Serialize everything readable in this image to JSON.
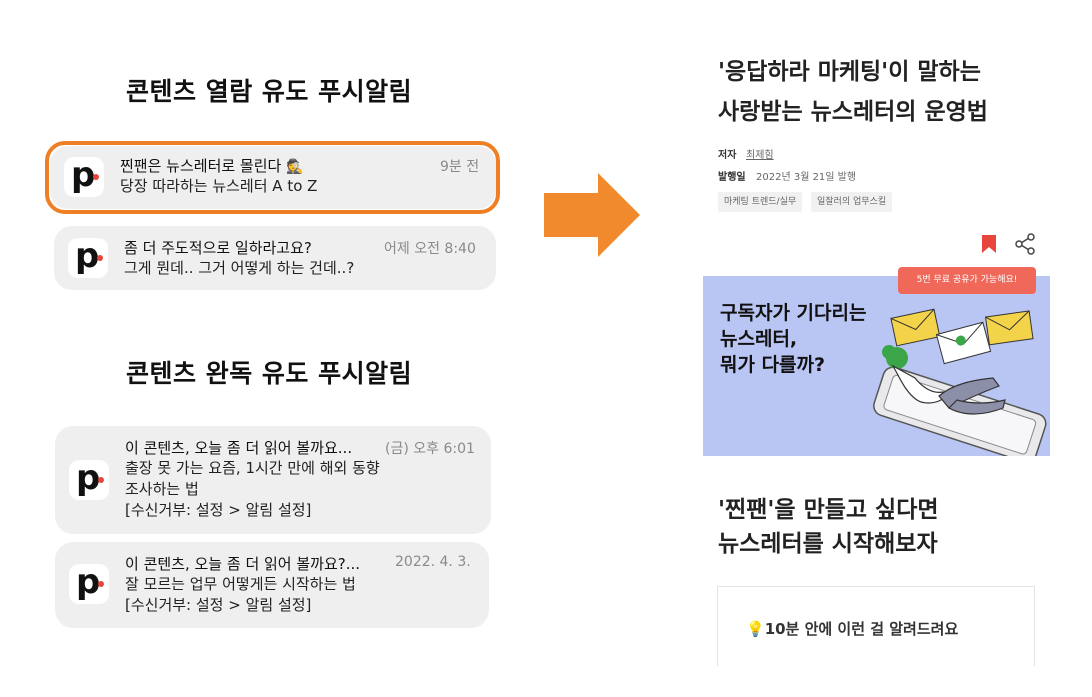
{
  "left": {
    "heading_open": "콘텐츠 열람 유도 푸시알림",
    "heading_complete": "콘텐츠 완독 유도 푸시알림",
    "notifications": [
      {
        "title": "찐팬은 뉴스레터로 몰린다",
        "emoji": "🕵️",
        "time": "9분 전",
        "body": [
          "당장 따라하는 뉴스레터 A to Z"
        ]
      },
      {
        "title": "좀 더 주도적으로 일하라고요?",
        "time": "어제 오전 8:40",
        "body": [
          "그게 뭔데.. 그거 어떻게 하는 건데..?"
        ]
      },
      {
        "title": "이 콘텐츠, 오늘 좀 더 읽어 볼까요...",
        "time": "(금) 오후 6:01",
        "body": [
          "출장 못 가는 요즘, 1시간 만에 해외 동향",
          "조사하는 법",
          "[수신거부: 설정 >  알림 설정]"
        ]
      },
      {
        "title": "이 콘텐츠, 오늘 좀 더 읽어 볼까요?...",
        "time": "2022. 4. 3.",
        "body": [
          "잘 모르는 업무 어떻게든 시작하는 법",
          "[수신거부: 설정 >  알림 설정]"
        ]
      }
    ],
    "app_letter": "p",
    "accent_color": "#ee7f24"
  },
  "arrow_color": "#f08a2c",
  "article": {
    "title_lines": [
      "'응답하라 마케팅'이 말하는",
      "사랑받는 뉴스레터의 운영법"
    ],
    "author_label": "저자",
    "author": "최제힘",
    "date_label": "발행일",
    "date": "2022년 3월 21일 발행",
    "tags": [
      "마케팅 트렌드/실무",
      "일잘러의 업무스킬"
    ],
    "share_tooltip": "5번 무료 공유가 가능해요!",
    "banner_lines": [
      "구독자가 기다리는",
      "뉴스레터,",
      "뭐가 다를까?"
    ],
    "section_title_lines": [
      "'찐팬'을 만들고 싶다면",
      "뉴스레터를 시작해보자"
    ],
    "box_text": "10분 안에 이런 걸 알려드려요",
    "bookmark_color": "#e8463c"
  }
}
